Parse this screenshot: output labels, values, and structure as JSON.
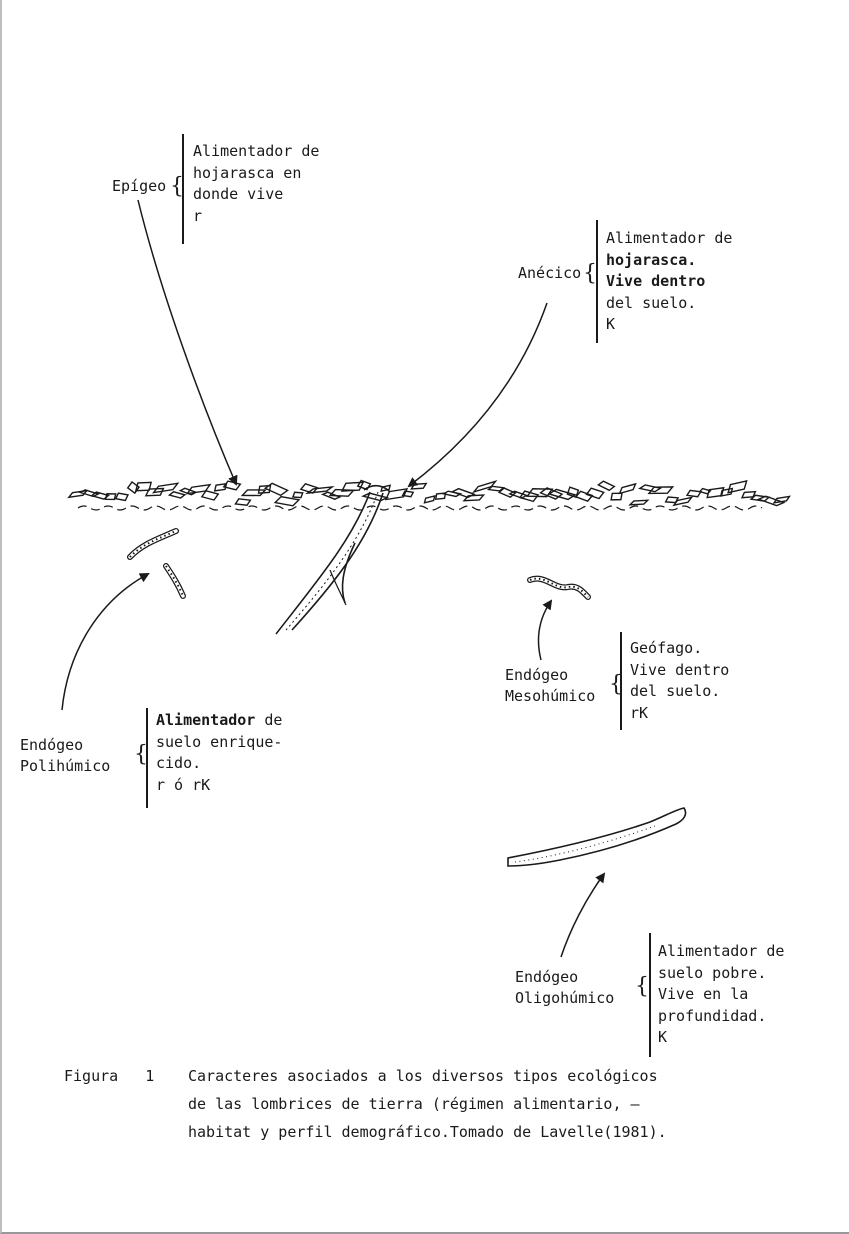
{
  "diagram": {
    "epigeo": {
      "name": "Epígeo",
      "desc": [
        "Alimentador de",
        "hojarasca en",
        "donde vive",
        "r"
      ]
    },
    "anecico": {
      "name": "Anécico",
      "desc": [
        "Alimentador de",
        "hojarasca.",
        "Vive dentro",
        "del suelo.",
        "K"
      ]
    },
    "polihumico": {
      "name": [
        "Endógeo",
        "Polihúmico"
      ],
      "desc_bold": "Alimentador",
      "desc_first_rest": " de",
      "desc": [
        "suelo enrique-",
        "cido.",
        "r ó rK"
      ]
    },
    "mesohumico": {
      "name": [
        "Endógeo",
        "Mesohúmico"
      ],
      "desc": [
        "Geófago.",
        "Vive dentro",
        "del suelo.",
        "rK"
      ]
    },
    "oligohumico": {
      "name": [
        "Endógeo",
        "Oligohúmico"
      ],
      "desc": [
        "Alimentador de",
        "suelo pobre.",
        "Vive en la",
        "profundidad.",
        "K"
      ]
    }
  },
  "caption": {
    "label": "Figura",
    "number": "1",
    "lines": [
      "Caracteres asociados a los diversos tipos ecológicos",
      "de las lombrices de tierra (régimen alimentario, —",
      "habitat y perfil demográfico.Tomado de Lavelle(1981)."
    ]
  }
}
